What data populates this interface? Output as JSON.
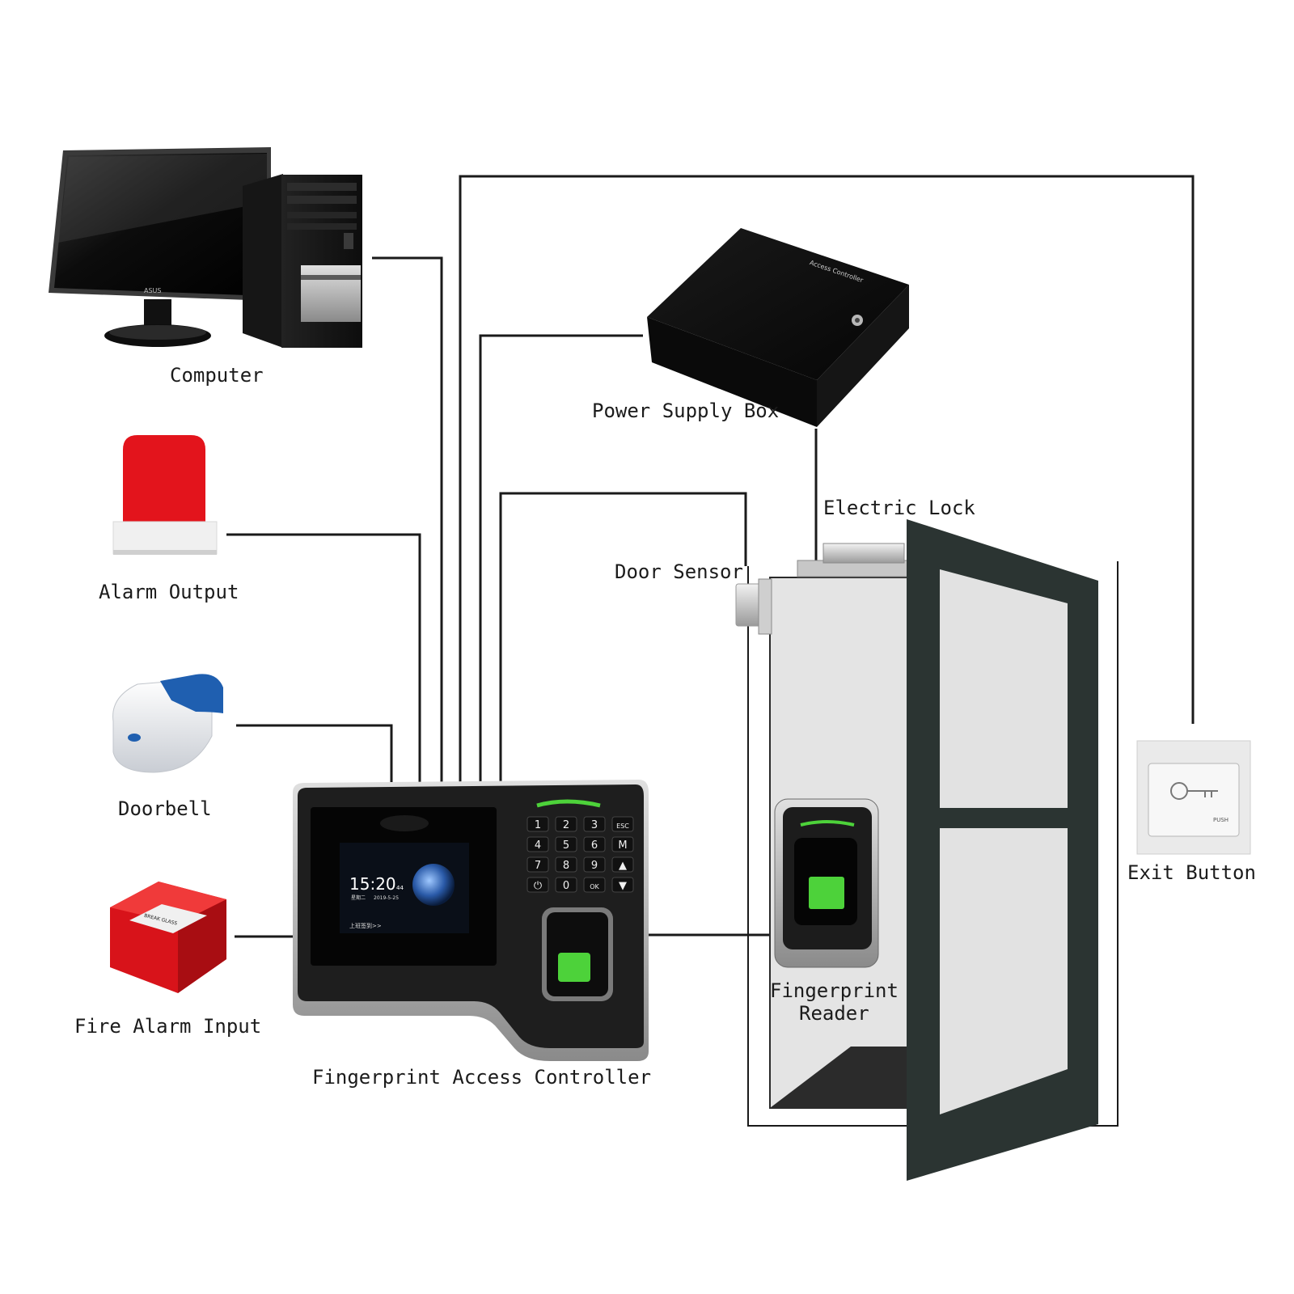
{
  "diagram": {
    "labels": {
      "computer": "Computer",
      "alarm_output": "Alarm Output",
      "doorbell": "Doorbell",
      "fire_alarm_input": "Fire Alarm Input",
      "controller": "Fingerprint Access Controller",
      "power_supply": "Power Supply Box",
      "electric_lock": "Electric Lock",
      "door_sensor": "Door Sensor",
      "fingerprint_reader_line1": "Fingerprint",
      "fingerprint_reader_line2": "Reader",
      "exit_button": "Exit Button"
    },
    "device_text": {
      "monitor_brand": "ASUS",
      "power_box_label": "Access Controller",
      "screen_time": "15:20",
      "screen_time_suffix": "44",
      "screen_date": "2019-5-25",
      "screen_weekday": "星期二",
      "screen_footer": "上班签到>>",
      "exit_plate_text": "PUSH",
      "fire_alarm_text": "BREAK GLASS",
      "keypad": [
        "1",
        "2",
        "3",
        "ESC",
        "4",
        "5",
        "6",
        "M",
        "7",
        "8",
        "9",
        "▲",
        "⏻",
        "0",
        "OK",
        "▼"
      ]
    },
    "colors": {
      "wire": "#1a1a1a",
      "alarm_red": "#e3141c",
      "fingerprint_green": "#4dd23a",
      "doorbell_blue": "#1f5fb0",
      "door_frame": "#2b3432"
    }
  }
}
